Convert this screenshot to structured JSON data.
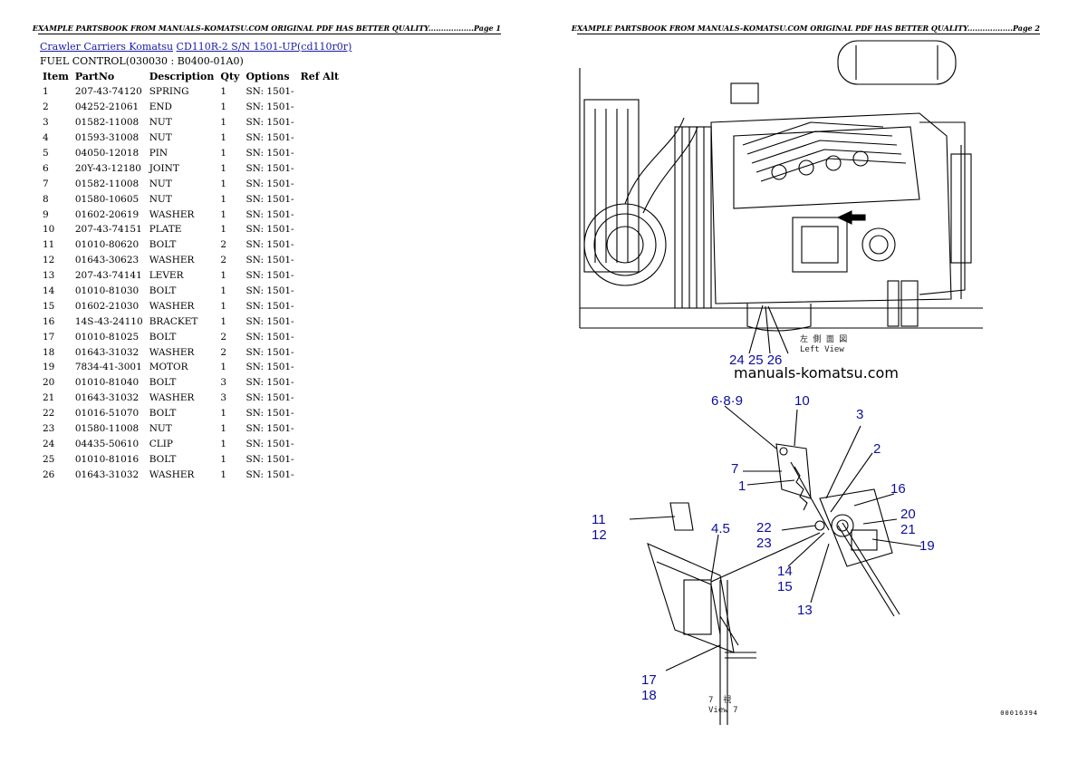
{
  "header": {
    "page1": "EXAMPLE PARTSBOOK FROM MANUALS-KOMATSU.COM ORIGINAL PDF HAS BETTER QUALITY..................Page 1",
    "page2": "EXAMPLE PARTSBOOK FROM MANUALS-KOMATSU.COM ORIGINAL PDF HAS BETTER QUALITY..................Page 2"
  },
  "breadcrumb": {
    "category": "Crawler Carriers Komatsu",
    "model": "CD110R-2 S/N 1501-UP(cd110r0r)"
  },
  "section_title": "FUEL CONTROL(030030 : B0400-01A0)",
  "columns": [
    "Item",
    "PartNo",
    "Description",
    "Qty",
    "Options",
    "Ref Alt"
  ],
  "parts": [
    [
      "1",
      "207-43-74120",
      "SPRING",
      "1",
      "SN: 1501-"
    ],
    [
      "2",
      "04252-21061",
      "END",
      "1",
      "SN: 1501-"
    ],
    [
      "3",
      "01582-11008",
      "NUT",
      "1",
      "SN: 1501-"
    ],
    [
      "4",
      "01593-31008",
      "NUT",
      "1",
      "SN: 1501-"
    ],
    [
      "5",
      "04050-12018",
      "PIN",
      "1",
      "SN: 1501-"
    ],
    [
      "6",
      "20Y-43-12180",
      "JOINT",
      "1",
      "SN: 1501-"
    ],
    [
      "7",
      "01582-11008",
      "NUT",
      "1",
      "SN: 1501-"
    ],
    [
      "8",
      "01580-10605",
      "NUT",
      "1",
      "SN: 1501-"
    ],
    [
      "9",
      "01602-20619",
      "WASHER",
      "1",
      "SN: 1501-"
    ],
    [
      "10",
      "207-43-74151",
      "PLATE",
      "1",
      "SN: 1501-"
    ],
    [
      "11",
      "01010-80620",
      "BOLT",
      "2",
      "SN: 1501-"
    ],
    [
      "12",
      "01643-30623",
      "WASHER",
      "2",
      "SN: 1501-"
    ],
    [
      "13",
      "207-43-74141",
      "LEVER",
      "1",
      "SN: 1501-"
    ],
    [
      "14",
      "01010-81030",
      "BOLT",
      "1",
      "SN: 1501-"
    ],
    [
      "15",
      "01602-21030",
      "WASHER",
      "1",
      "SN: 1501-"
    ],
    [
      "16",
      "14S-43-24110",
      "BRACKET",
      "1",
      "SN: 1501-"
    ],
    [
      "17",
      "01010-81025",
      "BOLT",
      "2",
      "SN: 1501-"
    ],
    [
      "18",
      "01643-31032",
      "WASHER",
      "2",
      "SN: 1501-"
    ],
    [
      "19",
      "7834-41-3001",
      "MOTOR",
      "1",
      "SN: 1501-"
    ],
    [
      "20",
      "01010-81040",
      "BOLT",
      "3",
      "SN: 1501-"
    ],
    [
      "21",
      "01643-31032",
      "WASHER",
      "3",
      "SN: 1501-"
    ],
    [
      "22",
      "01016-51070",
      "BOLT",
      "1",
      "SN: 1501-"
    ],
    [
      "23",
      "01580-11008",
      "NUT",
      "1",
      "SN: 1501-"
    ],
    [
      "24",
      "04435-50610",
      "CLIP",
      "1",
      "SN: 1501-"
    ],
    [
      "25",
      "01010-81016",
      "BOLT",
      "1",
      "SN: 1501-"
    ],
    [
      "26",
      "01643-31032",
      "WASHER",
      "1",
      "SN: 1501-"
    ]
  ],
  "diagram": {
    "watermark": "manuals-komatsu.com",
    "left_view_caption": "左 側 面 図\nLeft View",
    "view7_caption": "7  視\nView 7",
    "drawing_code": "00016394",
    "callouts": [
      "24 25 26",
      "6·8·9",
      "10",
      "3",
      "2",
      "7",
      "1",
      "16",
      "20",
      "21",
      "22",
      "23",
      "19",
      "11",
      "12",
      "4.5",
      "14",
      "15",
      "13",
      "17",
      "18"
    ]
  },
  "colors": {
    "callout": "#0d0da0",
    "link": "#1a1aa8"
  }
}
